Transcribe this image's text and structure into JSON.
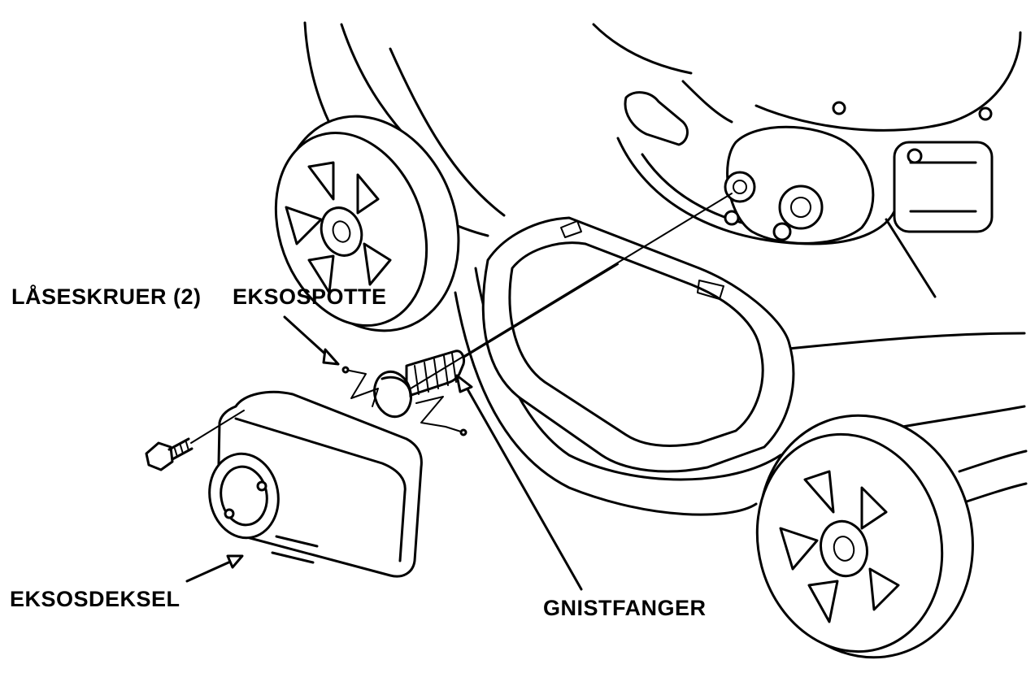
{
  "labels": {
    "lock_screws": "LÅSESKRUER (2)",
    "muffler": "EKSOSPOTTE",
    "exhaust_cover": "EKSOSDEKSEL",
    "spark_arrester": "GNISTFANGER"
  }
}
